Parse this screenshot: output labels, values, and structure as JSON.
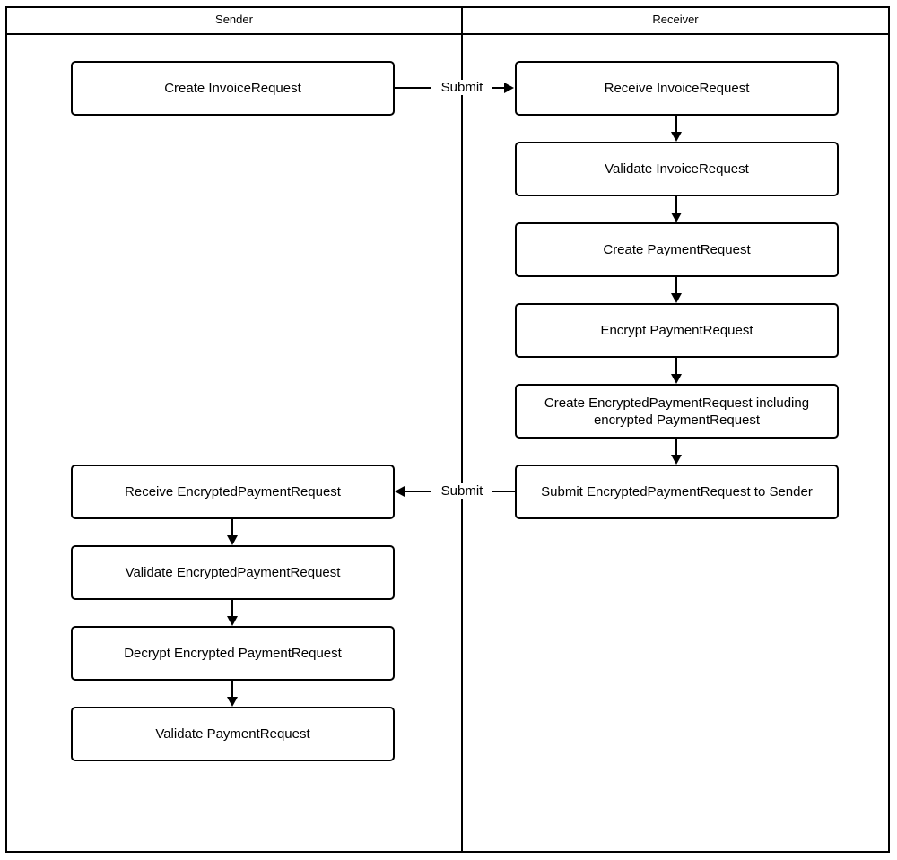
{
  "diagram": {
    "type": "swimlane-flowchart",
    "lanes": [
      {
        "id": "sender",
        "title": "Sender"
      },
      {
        "id": "receiver",
        "title": "Receiver"
      }
    ],
    "nodes": [
      {
        "id": "n1",
        "lane": "sender",
        "label": "Create InvoiceRequest"
      },
      {
        "id": "n2",
        "lane": "receiver",
        "label": "Receive InvoiceRequest"
      },
      {
        "id": "n3",
        "lane": "receiver",
        "label": "Validate InvoiceRequest"
      },
      {
        "id": "n4",
        "lane": "receiver",
        "label": "Create PaymentRequest"
      },
      {
        "id": "n5",
        "lane": "receiver",
        "label": "Encrypt PaymentRequest"
      },
      {
        "id": "n6",
        "lane": "receiver",
        "label": "Create EncryptedPaymentRequest including encrypted PaymentRequest"
      },
      {
        "id": "n7",
        "lane": "receiver",
        "label": "Submit EncryptedPaymentRequest to Sender"
      },
      {
        "id": "n8",
        "lane": "sender",
        "label": "Receive EncryptedPaymentRequest"
      },
      {
        "id": "n9",
        "lane": "sender",
        "label": "Validate EncryptedPaymentRequest"
      },
      {
        "id": "n10",
        "lane": "sender",
        "label": "Decrypt Encrypted PaymentRequest"
      },
      {
        "id": "n11",
        "lane": "sender",
        "label": "Validate PaymentRequest"
      }
    ],
    "edges": [
      {
        "id": "e1",
        "from": "n1",
        "to": "n2",
        "label": "Submit",
        "direction": "right"
      },
      {
        "id": "e2",
        "from": "n2",
        "to": "n3",
        "label": "",
        "direction": "down"
      },
      {
        "id": "e3",
        "from": "n3",
        "to": "n4",
        "label": "",
        "direction": "down"
      },
      {
        "id": "e4",
        "from": "n4",
        "to": "n5",
        "label": "",
        "direction": "down"
      },
      {
        "id": "e5",
        "from": "n5",
        "to": "n6",
        "label": "",
        "direction": "down"
      },
      {
        "id": "e6",
        "from": "n6",
        "to": "n7",
        "label": "",
        "direction": "down"
      },
      {
        "id": "e7",
        "from": "n7",
        "to": "n8",
        "label": "Submit",
        "direction": "left"
      },
      {
        "id": "e8",
        "from": "n8",
        "to": "n9",
        "label": "",
        "direction": "down"
      },
      {
        "id": "e9",
        "from": "n9",
        "to": "n10",
        "label": "",
        "direction": "down"
      },
      {
        "id": "e10",
        "from": "n10",
        "to": "n11",
        "label": "",
        "direction": "down"
      }
    ],
    "edge_labels": {
      "submit_top": "Submit",
      "submit_bottom": "Submit"
    },
    "colors": {
      "stroke": "#000000",
      "fill": "#ffffff",
      "text": "#000000"
    }
  }
}
